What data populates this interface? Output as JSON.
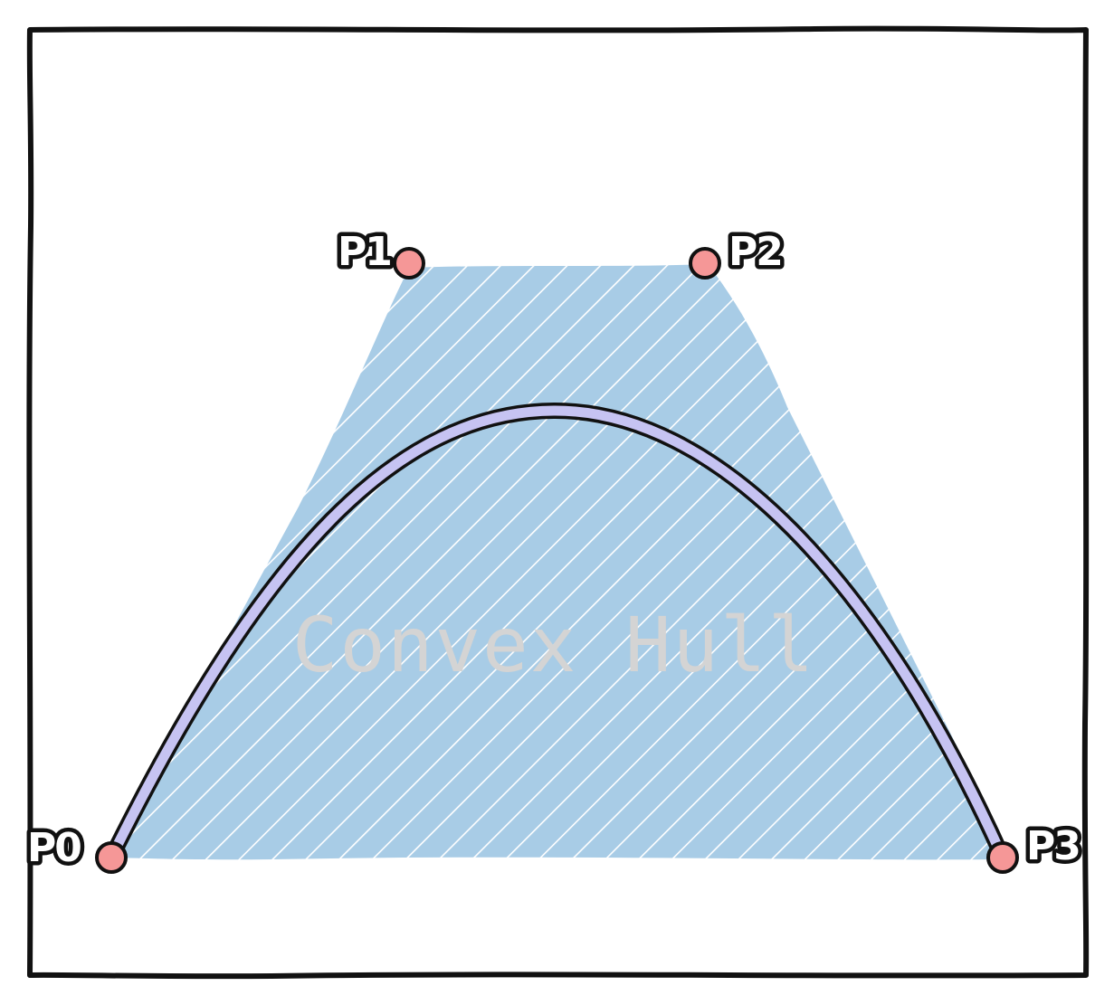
{
  "diagram": {
    "hull_label": "Convex Hull",
    "control_points": [
      {
        "name": "P0"
      },
      {
        "name": "P1"
      },
      {
        "name": "P2"
      },
      {
        "name": "P3"
      }
    ]
  },
  "colors": {
    "hull_fill": "#a8cce6",
    "hatch": "#ffffff",
    "curve_fill": "#c6c3f2",
    "curve_stroke": "#111111",
    "point_fill": "#f59797",
    "point_stroke": "#111111",
    "frame_stroke": "#111111",
    "hull_label_color": "#d4d4d4"
  }
}
